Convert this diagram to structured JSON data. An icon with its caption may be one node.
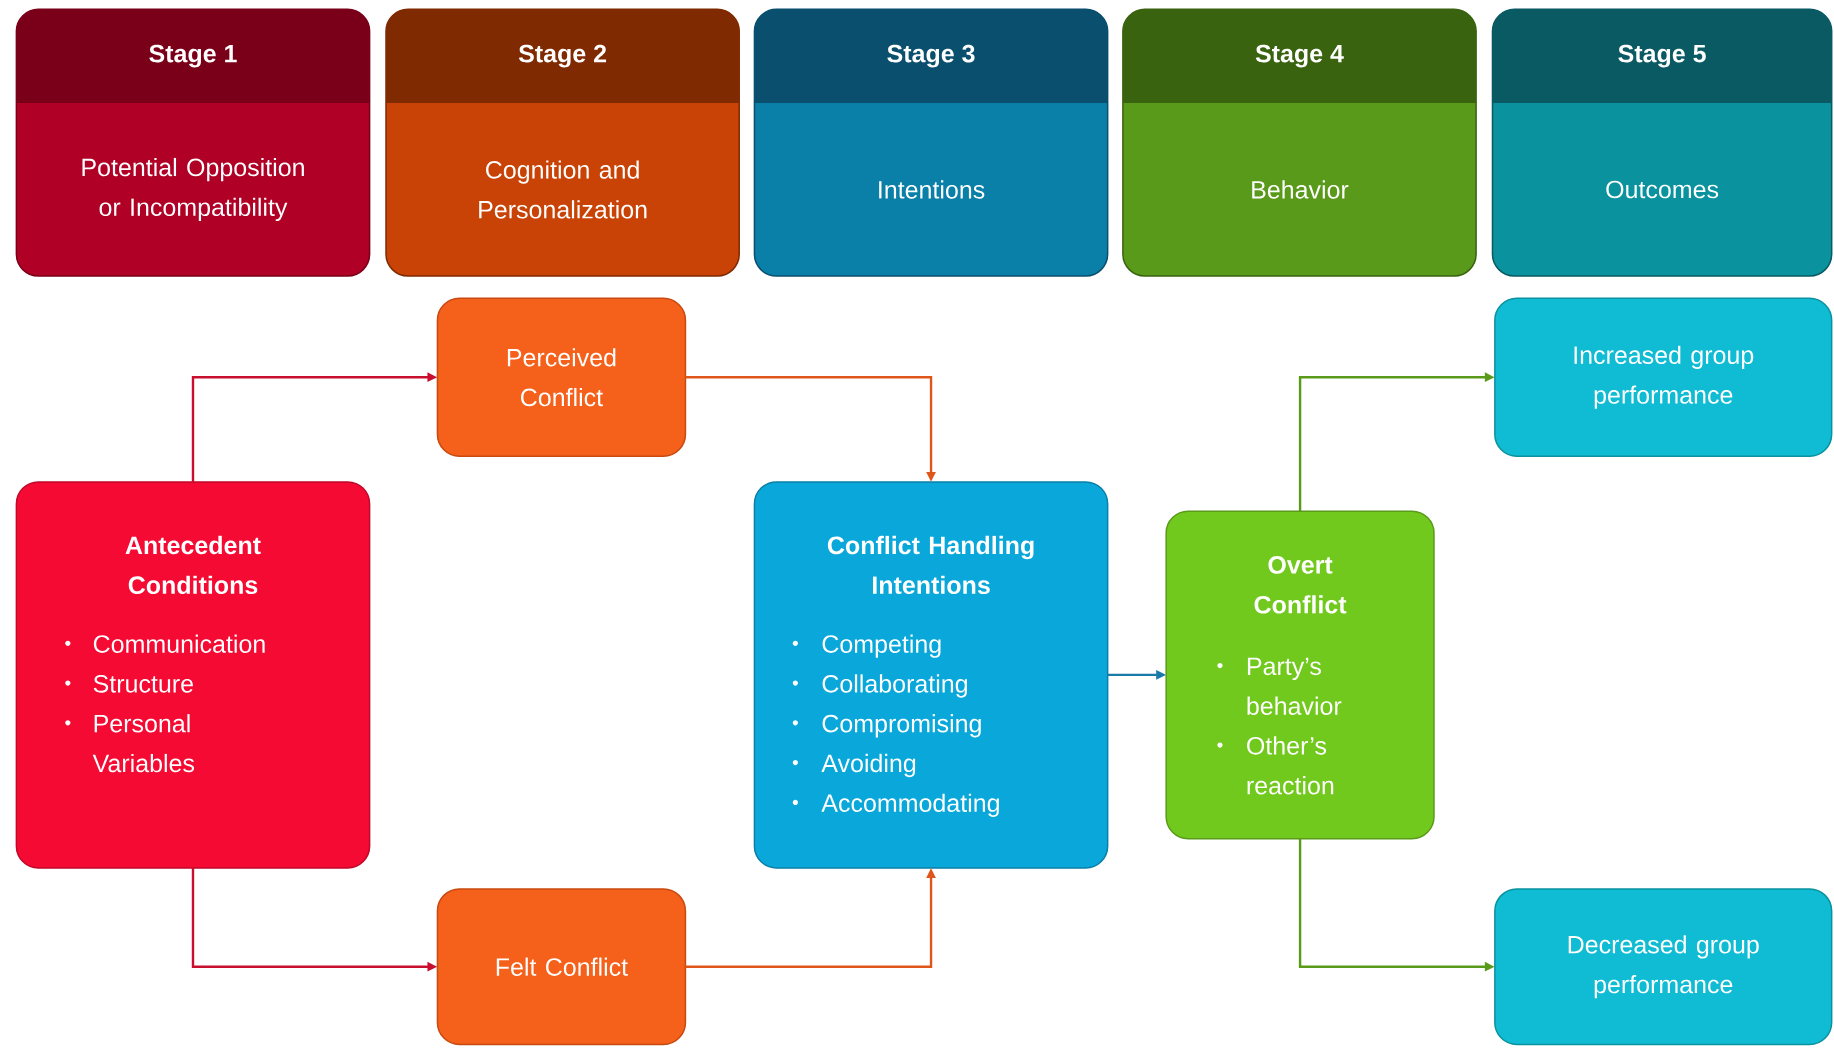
{
  "diagram": {
    "nodes": [
      {
        "text": [
          "Stage 1",
          "Potential Opposition or Incompatibility"
        ]
      },
      {
        "text": [
          "Stage 2",
          "Cognition and Personalization"
        ]
      },
      {
        "text": [
          "Stage 3",
          "Intentions"
        ]
      },
      {
        "text": [
          "Stage 4",
          "Behavior"
        ]
      },
      {
        "text": [
          "Stage 5",
          "Outcomes"
        ]
      },
      {
        "text": [
          "Antecedent Conditions",
          "Communication",
          "Structure",
          "Personal Variables"
        ]
      },
      {
        "text": [
          "Perceived Conflict"
        ]
      },
      {
        "text": [
          "Felt Conflict"
        ]
      },
      {
        "text": [
          "Conflict Handling Intentions",
          "Competing",
          "Collaborating",
          "Compromising",
          "Avoiding",
          "Accommodating"
        ]
      },
      {
        "text": [
          "Overt Conflict",
          "Party’s behavior",
          "Other’s reaction"
        ]
      },
      {
        "text": [
          "Increased group performance"
        ]
      },
      {
        "text": [
          "Decreased group performance"
        ]
      }
    ],
    "edges": [
      {
        "from": 5,
        "to": 6,
        "arrow": "to",
        "color": "#c8102e"
      },
      {
        "from": 5,
        "to": 7,
        "arrow": "to",
        "color": "#c8102e"
      },
      {
        "from": 6,
        "to": 8,
        "arrow": "to",
        "color": "#e0561a"
      },
      {
        "from": 7,
        "to": 8,
        "arrow": "to",
        "color": "#e0561a"
      },
      {
        "from": 8,
        "to": 9,
        "arrow": "to",
        "color": "#1a7aa8"
      },
      {
        "from": 9,
        "to": 10,
        "arrow": "to",
        "color": "#5a9a1a"
      },
      {
        "from": 9,
        "to": 11,
        "arrow": "to",
        "color": "#5a9a1a"
      }
    ]
  }
}
